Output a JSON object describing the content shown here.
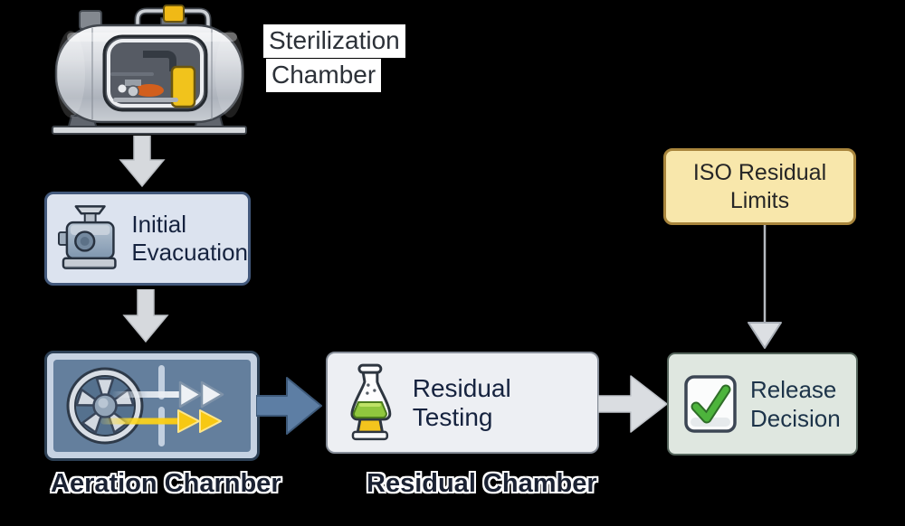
{
  "diagram": {
    "sterilization_chamber": {
      "line1": "Sterilization",
      "line2": "Chamber"
    },
    "initial_evacuation": {
      "line1": "Initial",
      "line2": "Evacuation"
    },
    "aeration_chamber": {
      "caption": "Aeration Charnber"
    },
    "residual_testing": {
      "label": "Residual Testing",
      "caption": "Residual Chamber"
    },
    "release_decision": {
      "line1": "Release",
      "line2": "Decision"
    },
    "iso_limits": {
      "line1": "ISO Residual",
      "line2": "Limits"
    }
  },
  "icons": {
    "tank": "sterilization-tank-icon",
    "pump": "vacuum-pump-icon",
    "fan": "aeration-fan-icon",
    "flask": "test-flask-icon",
    "checkbox": "checkbox-check-icon",
    "down_arrows": "flow-arrow-down-icon",
    "right_arrows": "flow-arrow-right-icon",
    "connector": "dashed-connector-arrow-icon"
  },
  "colors": {
    "background": "#000000",
    "evacuation_box_fill": "#dce3ef",
    "evacuation_box_border": "#43597c",
    "aeration_outer_fill": "#c6d2e2",
    "aeration_inner_fill": "#647f9d",
    "aeration_border": "#2d4055",
    "residual_box_fill": "#edeff3",
    "residual_box_border": "#878e99",
    "release_box_fill": "#dfe7e0",
    "release_box_border": "#55655c",
    "iso_box_fill": "#f8e7ab",
    "iso_box_border": "#a8853c",
    "flow_arrow_blue": "#5d7ea4",
    "flow_arrow_gray": "#d9dce0",
    "airflow_yellow": "#f7c813",
    "check_green": "#4db43c",
    "label_text": "#16233f"
  }
}
